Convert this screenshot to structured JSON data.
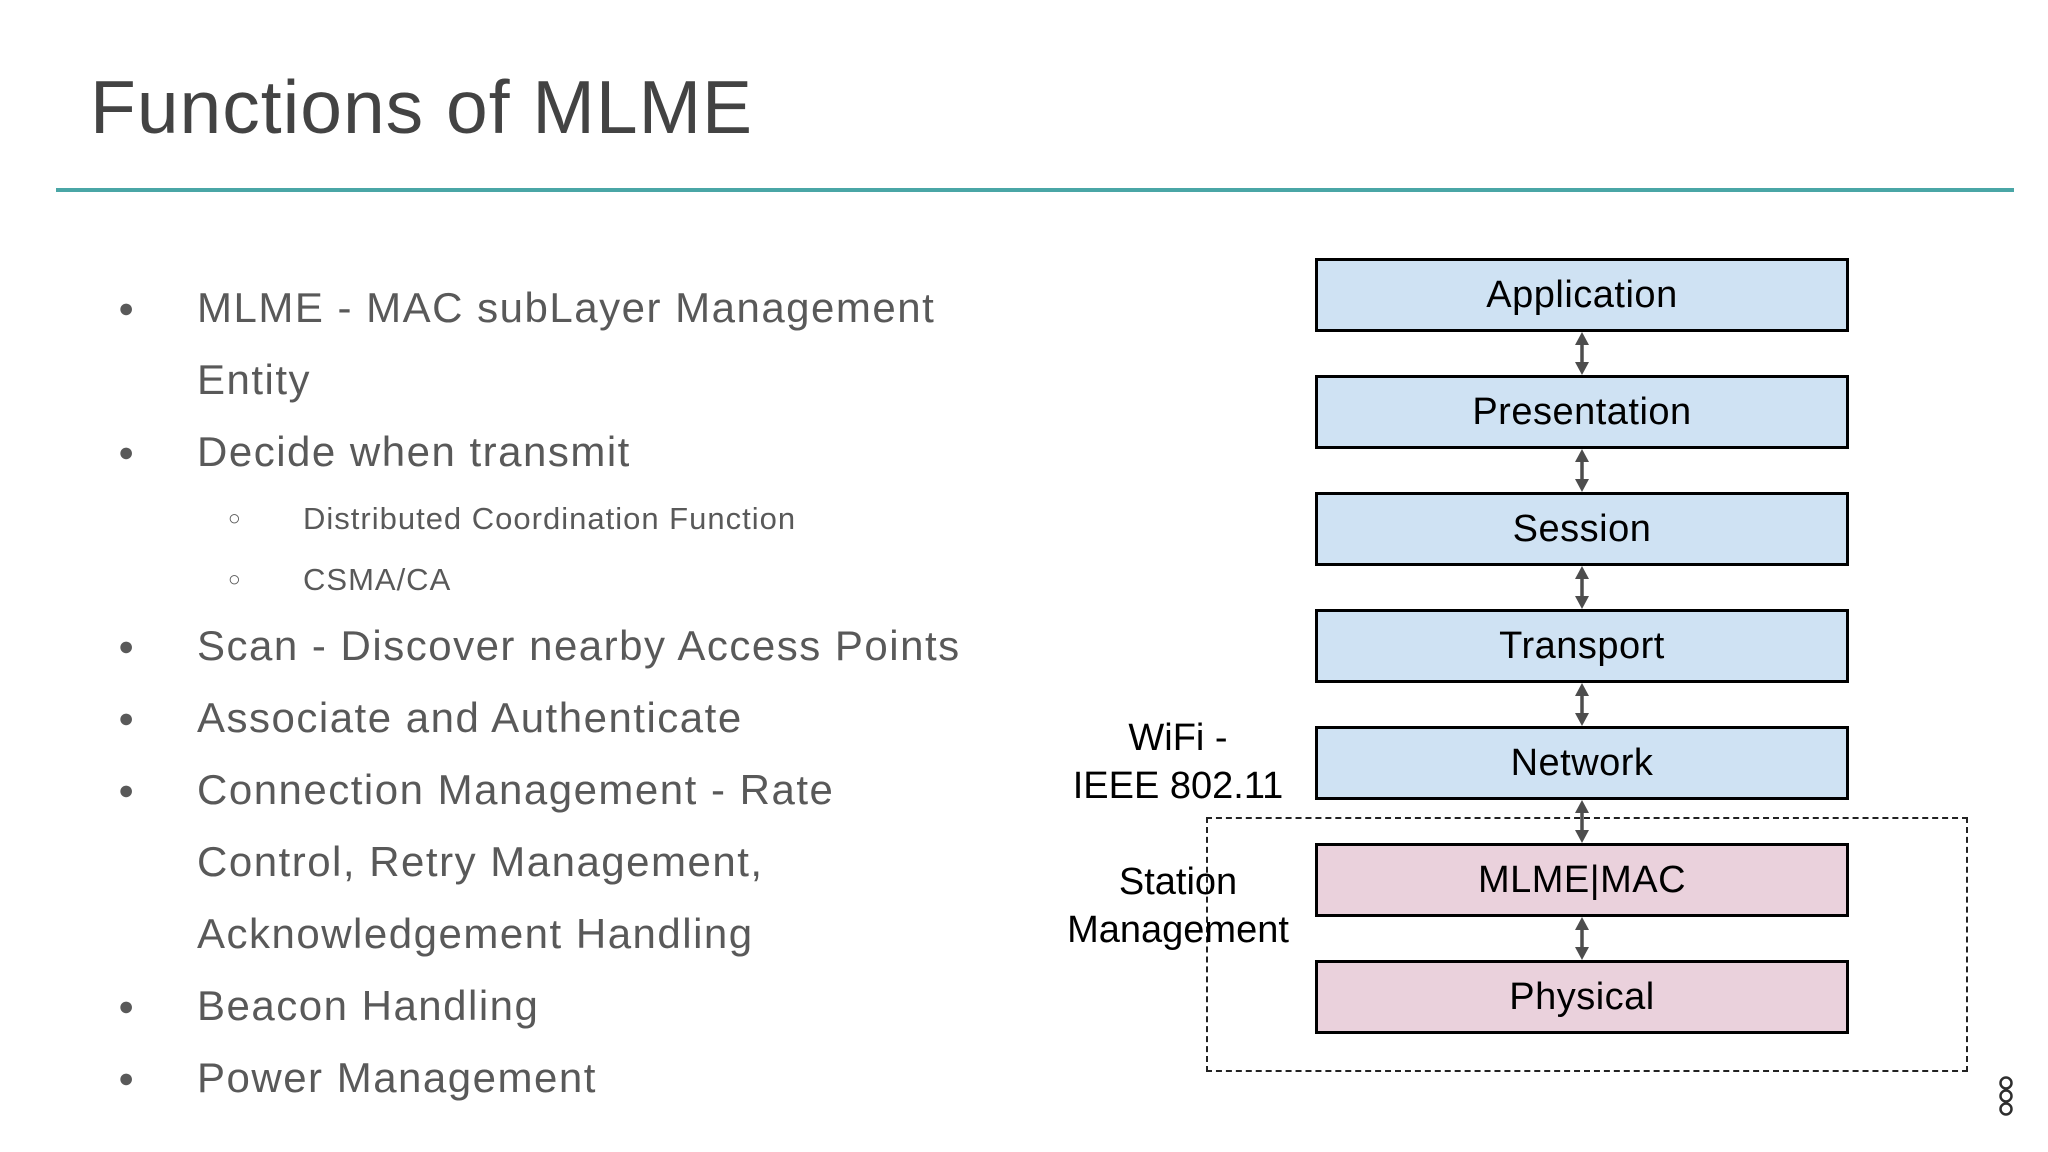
{
  "slide": {
    "title": "Functions of MLME",
    "accent_color": "#4aa6a6"
  },
  "bullets": [
    {
      "level": 1,
      "lines": [
        "MLME - MAC subLayer Management",
        "Entity"
      ]
    },
    {
      "level": 1,
      "lines": [
        "Decide when transmit"
      ]
    },
    {
      "level": 2,
      "lines": [
        "Distributed Coordination Function"
      ]
    },
    {
      "level": 2,
      "lines": [
        "CSMA/CA"
      ]
    },
    {
      "level": 1,
      "lines": [
        "Scan - Discover nearby Access Points"
      ]
    },
    {
      "level": 1,
      "lines": [
        "Associate and Authenticate"
      ]
    },
    {
      "level": 1,
      "lines": [
        "Connection Management - Rate",
        "Control, Retry Management,",
        "Acknowledgement Handling"
      ]
    },
    {
      "level": 1,
      "lines": [
        "Beacon Handling"
      ]
    },
    {
      "level": 1,
      "lines": [
        "Power Management"
      ]
    }
  ],
  "markers": {
    "level1": "●",
    "level2": "○"
  },
  "diagram": {
    "layers": [
      {
        "label": "Application",
        "color": "blue"
      },
      {
        "label": "Presentation",
        "color": "blue"
      },
      {
        "label": "Session",
        "color": "blue"
      },
      {
        "label": "Transport",
        "color": "blue"
      },
      {
        "label": "Network",
        "color": "blue"
      },
      {
        "label": "MLME|MAC",
        "color": "pink"
      },
      {
        "label": "Physical",
        "color": "pink"
      }
    ],
    "colors": {
      "blue": "#cfe2f3",
      "pink": "#ead1dc",
      "arrow": "#4d4d4d"
    },
    "side_labels": [
      {
        "id": "wifi",
        "lines": [
          "WiFi -",
          "IEEE 802.11"
        ]
      },
      {
        "id": "station",
        "lines": [
          "Station",
          "Management"
        ]
      }
    ]
  },
  "icons": {
    "corner_marker": "three-rings-icon"
  }
}
